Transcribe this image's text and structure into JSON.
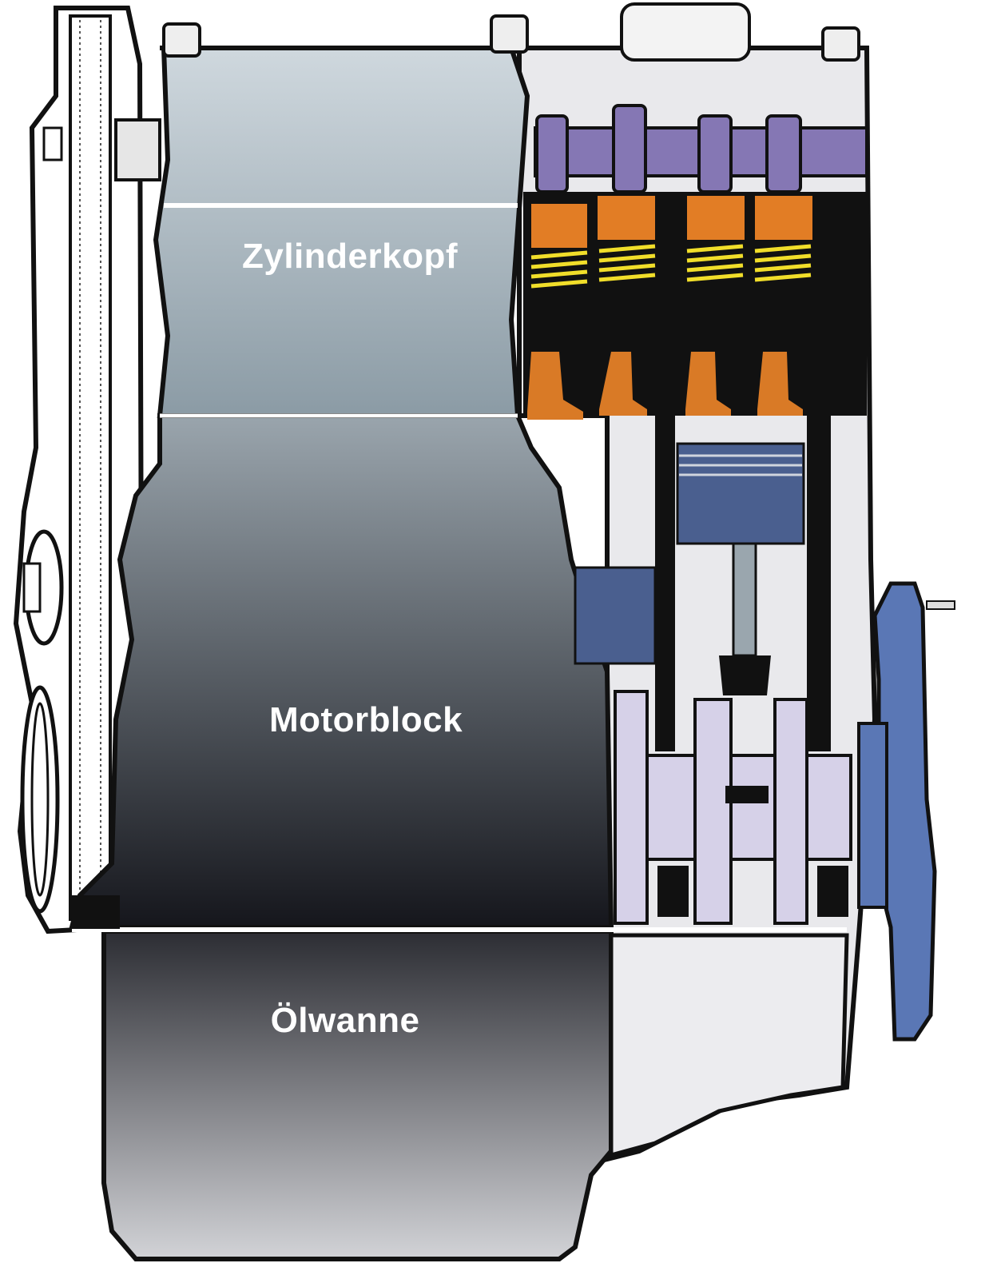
{
  "labels": {
    "cylinder_head": "Zylinderkopf",
    "engine_block": "Motorblock",
    "oil_pan": "Ölwanne"
  },
  "colors": {
    "outline": "#111111",
    "housing": "#e9e9ec",
    "head_gradient_top": "#cfd8de",
    "head_gradient_bottom": "#8b9ba5",
    "block_gradient_top": "#9aa5ad",
    "block_gradient_bottom": "#15161c",
    "pan_gradient_top": "#2c2d33",
    "pan_gradient_bottom": "#d2d3d7",
    "camshaft": "#8577b4",
    "bucket_tappet": "#e27d25",
    "valve_spring": "#f1de2a",
    "valve": "#d97a26",
    "piston": "#4a5f8f",
    "connecting_rod": "#9aa6ae",
    "crankshaft": "#d6d1e8",
    "flywheel": "#5a77b5",
    "label_text": "#ffffff"
  }
}
